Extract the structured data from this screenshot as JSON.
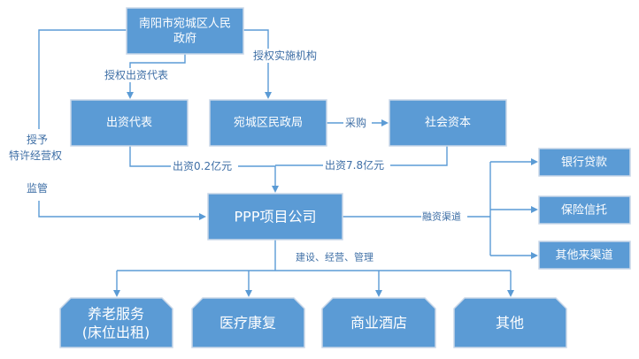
{
  "nodes": {
    "government": {
      "line1": "南阳市宛城区人民",
      "line2": "政府"
    },
    "investor_rep": {
      "label": "出资代表"
    },
    "civil_affairs": {
      "label": "宛城区民政局"
    },
    "social_capital": {
      "label": "社会资本"
    },
    "ppp_company": {
      "label": "PPP项目公司"
    },
    "financing": [
      {
        "label": "银行贷款"
      },
      {
        "label": "保险信托"
      },
      {
        "label": "其他来渠道"
      }
    ],
    "services": [
      {
        "line1": "养老服务",
        "line2": "(床位出租)"
      },
      {
        "line1": "医疗康复",
        "line2": ""
      },
      {
        "line1": "商业酒店",
        "line2": ""
      },
      {
        "line1": "其他",
        "line2": ""
      }
    ]
  },
  "edges": {
    "authorize_investor": "授权出资代表",
    "authorize_agency": "授权实施机构",
    "grant_line1": "授予",
    "grant_line2": "特许经营权",
    "supervise": "监管",
    "procure": "采购",
    "invest_gov": "出资0.2亿元",
    "invest_social": "出资7.8亿元",
    "financing_channels": "融资渠道",
    "build_operate_manage": "建设、经营、管理"
  },
  "colors": {
    "box_fill": "#5b9bd5",
    "line": "#5b9bd5",
    "label_text": "#3f6fa6",
    "box_text": "#ffffff"
  }
}
